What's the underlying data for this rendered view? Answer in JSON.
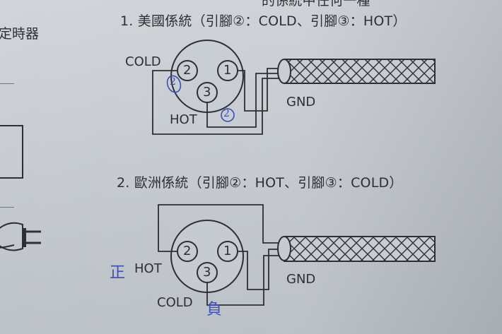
{
  "sidebar": {
    "fragment_text": "定時器"
  },
  "top_fragment": "的係統中任何一種",
  "diagrams": [
    {
      "title": "1. 美國係統（引腳②：COLD、引腳③：HOT）",
      "pins": {
        "pin1": "1",
        "pin2": "2",
        "pin3": "3"
      },
      "labels": {
        "upper": "COLD",
        "lower": "HOT",
        "ground": "GND"
      },
      "handwritten": {
        "near_upper": "2",
        "near_wire": "2"
      }
    },
    {
      "title": "2. 歐洲係統（引腳②：HOT、引腳③：COLD）",
      "pins": {
        "pin1": "1",
        "pin2": "2",
        "pin3": "3"
      },
      "labels": {
        "upper": "HOT",
        "lower": "COLD",
        "ground": "GND"
      },
      "handwritten": {
        "near_upper": "正",
        "near_lower": "負"
      }
    }
  ],
  "colors": {
    "paper": "#c8cdd3",
    "ink": "#2c2f33",
    "pen": "#3b4fb0"
  }
}
